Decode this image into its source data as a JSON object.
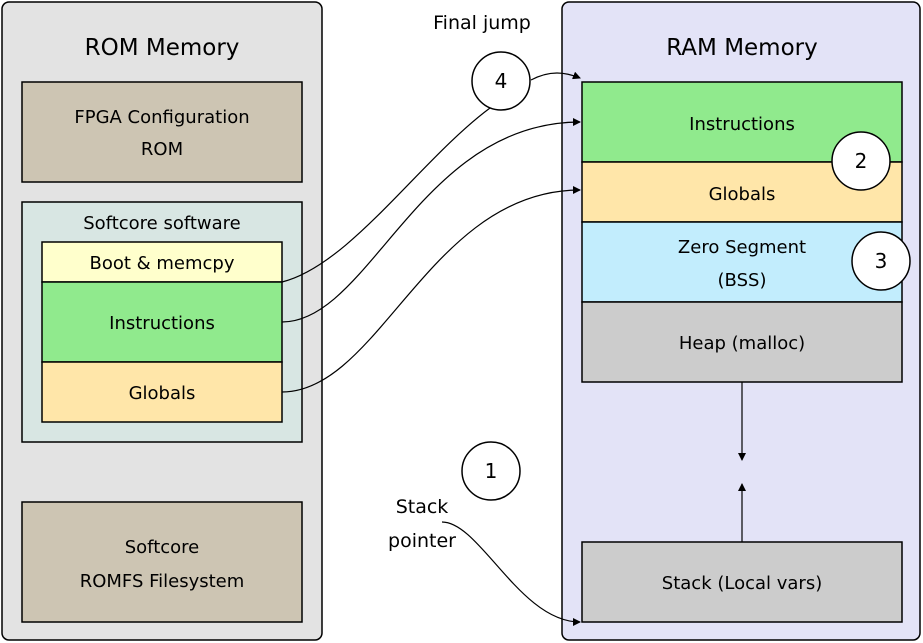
{
  "rom": {
    "title": "ROM Memory",
    "fpga_line1": "FPGA Configuration",
    "fpga_line2": "ROM",
    "softcore_software": "Softcore software",
    "boot": "Boot & memcpy",
    "instructions": "Instructions",
    "globals": "Globals",
    "romfs_line1": "Softcore",
    "romfs_line2": "ROMFS Filesystem"
  },
  "ram": {
    "title": "RAM Memory",
    "instructions": "Instructions",
    "globals": "Globals",
    "zero_line1": "Zero Segment",
    "zero_line2": "(BSS)",
    "heap": "Heap (malloc)",
    "stack": "Stack (Local vars)"
  },
  "labels": {
    "final_jump": "Final jump",
    "stack_pointer_line1": "Stack",
    "stack_pointer_line2": "pointer"
  },
  "steps": {
    "one": "1",
    "two": "2",
    "three": "3",
    "four": "4"
  },
  "colors": {
    "rom_panel": "#e3e3e3",
    "ram_panel": "#e3e3f7",
    "tan_block": "#cdc5b3",
    "softcore_group": "#d8e6e3",
    "boot_block": "#ffffcc",
    "instructions_block": "#90ea8d",
    "globals_block": "#ffe6a9",
    "bss_block": "#c2edfd",
    "gray_block": "#cccccc"
  }
}
